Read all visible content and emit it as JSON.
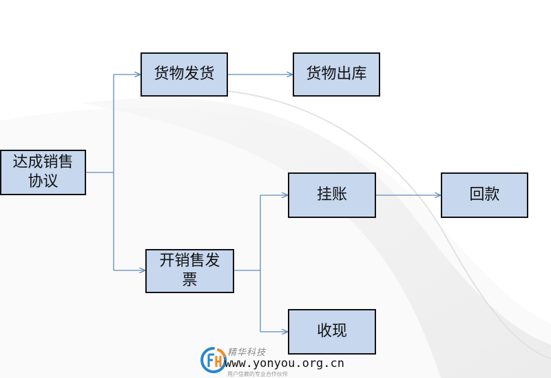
{
  "nodes": {
    "agreement": "达成销售协议",
    "shipment": "货物发货",
    "outbound": "货物出库",
    "invoice": "开销售发票",
    "credit": "挂账",
    "payment": "回款",
    "cash": "收现"
  },
  "logo": {
    "brand_cn": "精华科技",
    "url": "www.yonyou.org.cn",
    "tagline": "用户信赖的专业合作伙伴"
  },
  "colors": {
    "node_fill": "#c6d7ee",
    "node_border": "#111111",
    "connector": "#5f8bb8",
    "logo_blue": "#2a86c9",
    "logo_orange": "#f08a24"
  }
}
